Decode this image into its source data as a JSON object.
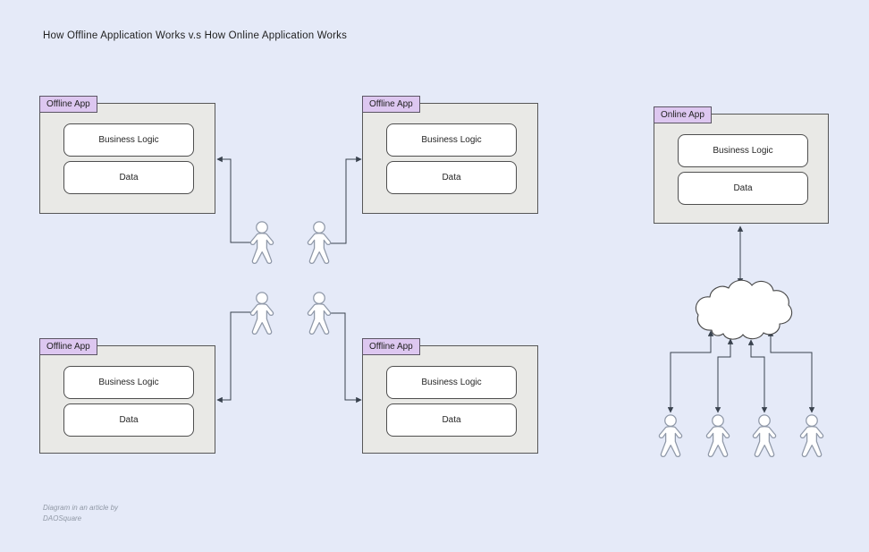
{
  "title": "How Offline Application Works v.s How Online Application Works",
  "attribution": {
    "line1": "Diagram in an article by",
    "line2": "DAOSquare"
  },
  "apps": [
    {
      "id": "offline-app-1",
      "label": "Offline App",
      "modules": [
        "Business Logic",
        "Data"
      ]
    },
    {
      "id": "offline-app-2",
      "label": "Offline App",
      "modules": [
        "Business Logic",
        "Data"
      ]
    },
    {
      "id": "offline-app-3",
      "label": "Offline App",
      "modules": [
        "Business Logic",
        "Data"
      ]
    },
    {
      "id": "offline-app-4",
      "label": "Offline App",
      "modules": [
        "Business Logic",
        "Data"
      ]
    },
    {
      "id": "online-app",
      "label": "Online App",
      "modules": [
        "Business Logic",
        "Data"
      ]
    }
  ],
  "icons": {
    "person": {
      "name": "person-icon",
      "count": 8
    },
    "cloud": {
      "name": "cloud-icon",
      "count": 1
    }
  },
  "colors": {
    "background": "#e5eaf8",
    "app_fill": "#e9e9e6",
    "app_border": "#575757",
    "label_fill": "#ddc7f0",
    "module_fill": "#ffffff",
    "module_border": "#4f4f4f",
    "connector": "#39424e",
    "figure_stroke": "#8f98a8",
    "title_color": "#1f1f1f",
    "caption_color": "#9199a6"
  }
}
